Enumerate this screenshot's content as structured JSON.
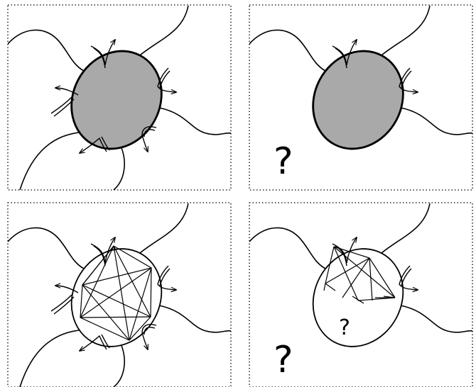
{
  "colors": {
    "region_fill": "#a9a9a9",
    "line": "#000000",
    "background": "#ffffff"
  },
  "panels": [
    {
      "id": "top-left",
      "region": "shaded",
      "interior_graph": "none",
      "question_marks": []
    },
    {
      "id": "top-right",
      "region": "shaded",
      "interior_graph": "none",
      "question_marks": [
        "?"
      ]
    },
    {
      "id": "bottom-left",
      "region": "outline",
      "interior_graph": "complete",
      "question_marks": []
    },
    {
      "id": "bottom-right",
      "region": "outline",
      "interior_graph": "partial",
      "question_marks": [
        "?",
        "?"
      ]
    }
  ]
}
